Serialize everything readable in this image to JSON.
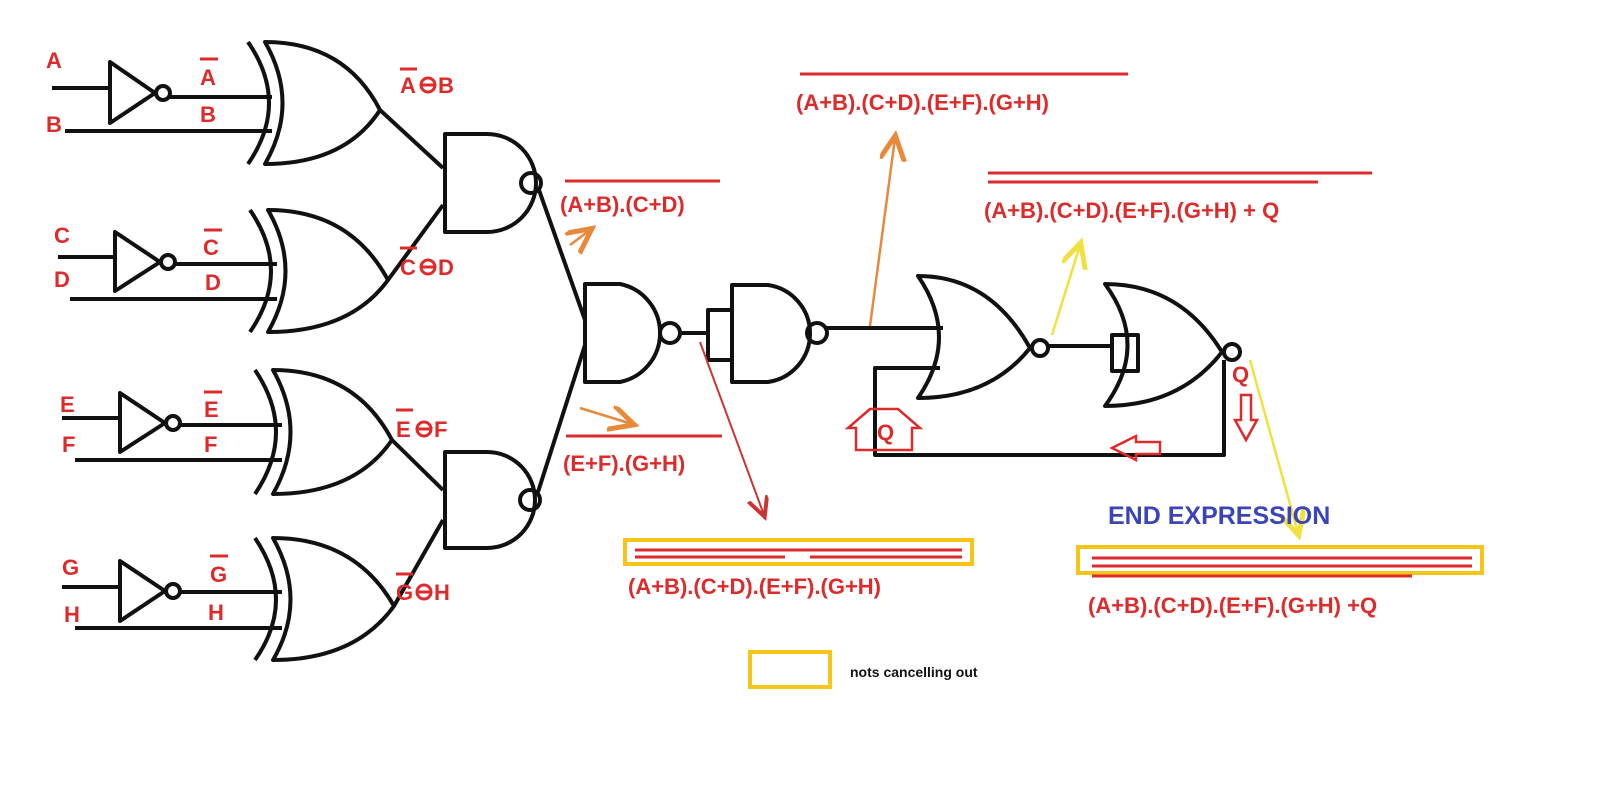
{
  "inputs": [
    {
      "name": "A",
      "complement": "A",
      "pair": "B",
      "xnor_label": "A",
      "xnor_label2": "B"
    },
    {
      "name": "C",
      "complement": "C",
      "pair": "D",
      "xnor_label": "C",
      "xnor_label2": "D"
    },
    {
      "name": "E",
      "complement": "E",
      "pair": "F",
      "xnor_label": "E",
      "xnor_label2": "F"
    },
    {
      "name": "G",
      "complement": "G",
      "pair": "H",
      "xnor_label": "G",
      "xnor_label2": "H"
    }
  ],
  "expressions": {
    "nand_top": "(A+B).(C+D)",
    "nand_bottom": "(E+F).(G+H)",
    "after_second_nand": "(A+B).(C+D).(E+F).(G+H)",
    "after_third_nand": "(A+B).(C+D).(E+F).(G+H)",
    "after_first_nor": "(A+B).(C+D).(E+F).(G+H) + Q",
    "end": "(A+B).(C+D).(E+F).(G+H) +Q"
  },
  "feedback": {
    "output_label": "Q",
    "input_label": "Q"
  },
  "end_title": "END EXPRESSION",
  "legend": {
    "label": "nots cancelling out",
    "color": "#f5c518"
  },
  "colors": {
    "wire": "#111111",
    "label_red": "#dd2a2a",
    "orange_arrow": "#e8893a",
    "yellow_arrow": "#f0e040",
    "red_arrow": "#cc3333",
    "blue_title": "#3b44b8",
    "highlight_box": "#f5c518"
  }
}
